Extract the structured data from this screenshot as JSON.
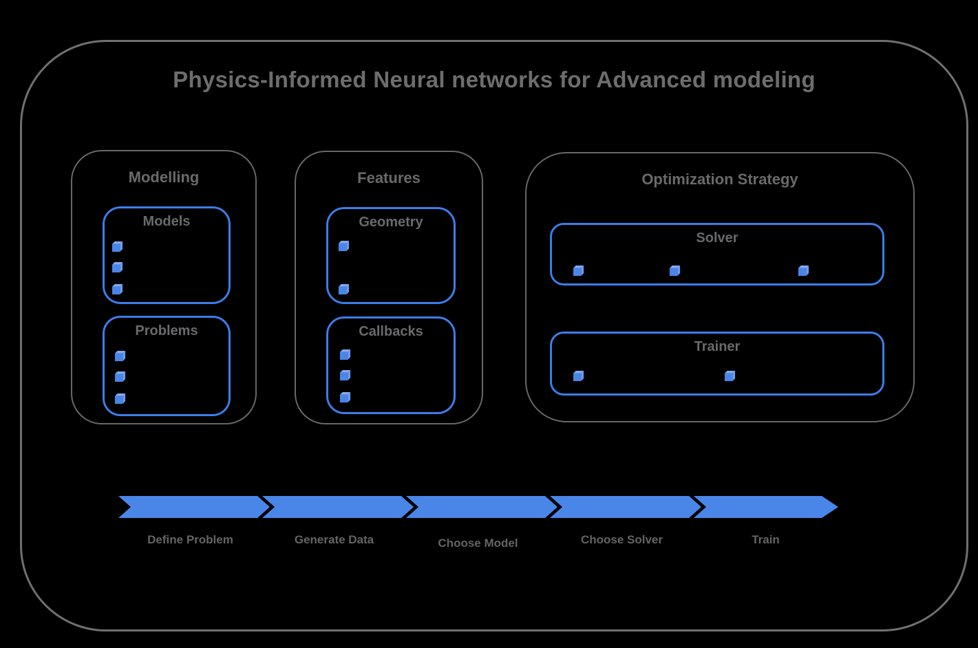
{
  "title": "Physics-Informed Neural networks for Advanced modeling",
  "colors": {
    "background": "#000000",
    "accent_blue": "#4a86e8",
    "border_blue": "#3d7de9",
    "cube_top_blue": "#84abf1",
    "cube_side_blue": "#6d9cef",
    "border_gray": "#707070",
    "text_gray": "#6a6a6a"
  },
  "groups": [
    {
      "label": "Modelling",
      "boxes": [
        {
          "label": "Models",
          "bullet_icon": "cube-icon",
          "bullet_count": 3
        },
        {
          "label": "Problems",
          "bullet_icon": "cube-icon",
          "bullet_count": 3
        }
      ]
    },
    {
      "label": "Features",
      "boxes": [
        {
          "label": "Geometry",
          "bullet_icon": "cube-icon",
          "bullet_count": 2
        },
        {
          "label": "Callbacks",
          "bullet_icon": "cube-icon",
          "bullet_count": 3
        }
      ]
    },
    {
      "label": "Optimization Strategy",
      "boxes": [
        {
          "label": "Solver",
          "bullet_icon": "cube-icon",
          "bullet_count": 3
        },
        {
          "label": "Trainer",
          "bullet_icon": "cube-icon",
          "bullet_count": 2
        }
      ]
    }
  ],
  "flow": {
    "steps": [
      "Define Problem",
      "Generate Data",
      "Choose Model",
      "Choose Solver",
      "Train"
    ]
  }
}
